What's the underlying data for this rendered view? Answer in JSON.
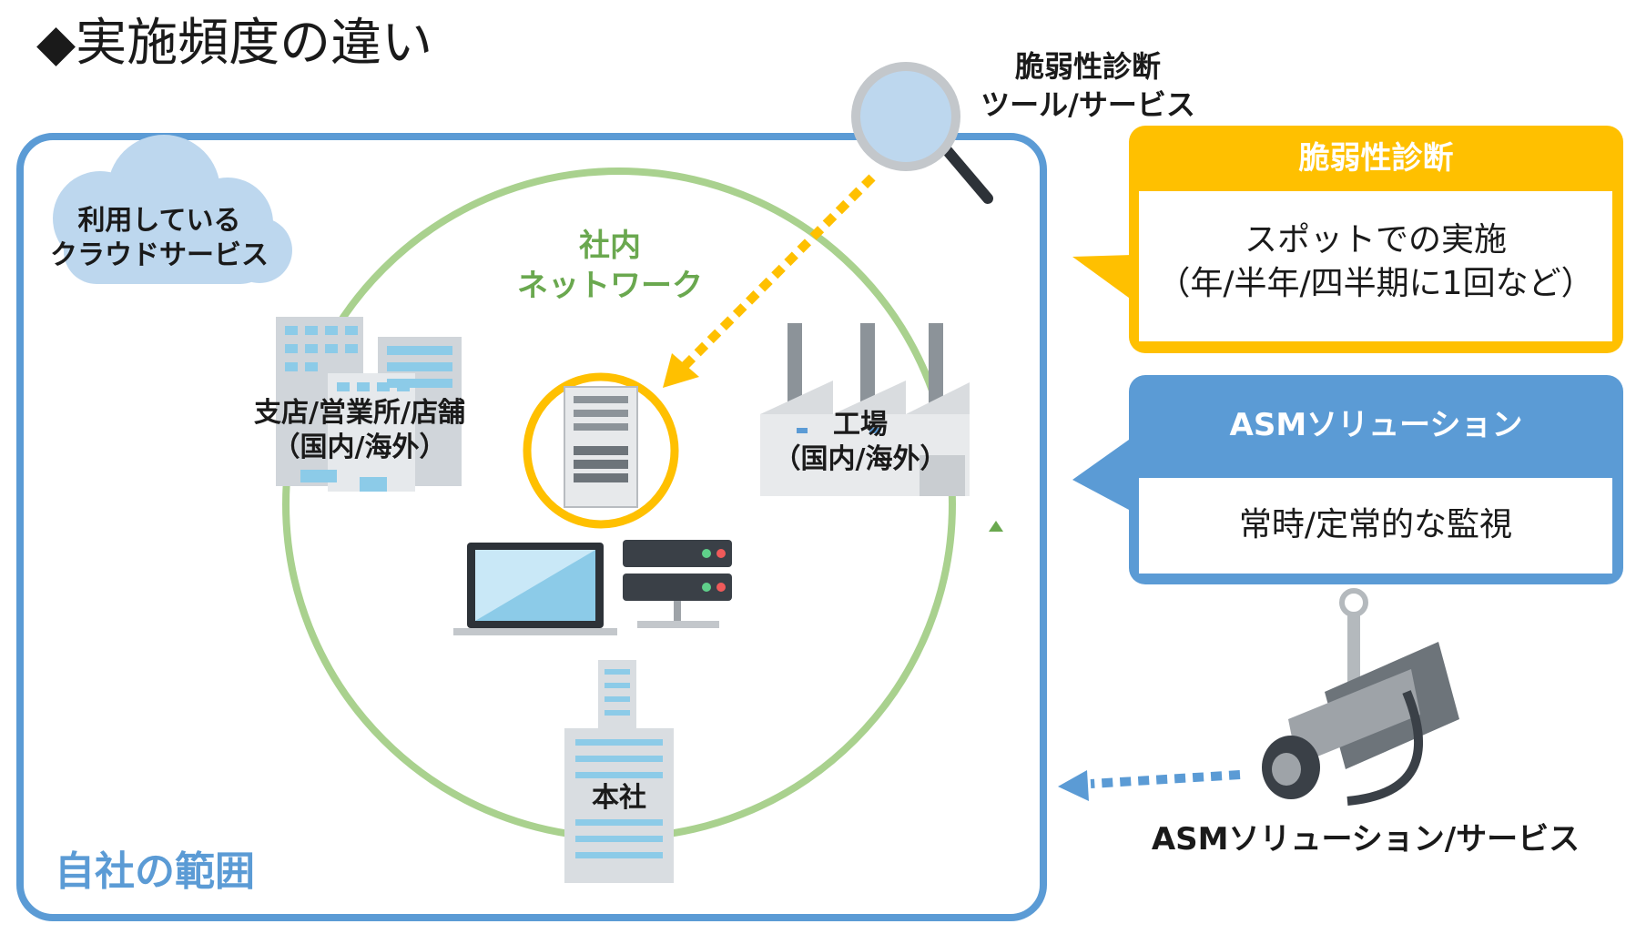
{
  "title": {
    "text": "実施頻度の違い",
    "bullet": "◆"
  },
  "scope": {
    "label": "自社の範囲"
  },
  "cloud": {
    "label_line1": "利用している",
    "label_line2": "クラウドサービス"
  },
  "intranet": {
    "label_line1": "社内",
    "label_line2": "ネットワーク"
  },
  "nodes": {
    "branch": {
      "line1": "支店/営業所/店舗",
      "line2": "（国内/海外）"
    },
    "factory": {
      "line1": "工場",
      "line2": "（国内/海外）"
    },
    "hq": {
      "label": "本社"
    }
  },
  "tool": {
    "line1": "脆弱性診断",
    "line2": "ツール/サービス"
  },
  "vuln_box": {
    "header": "脆弱性診断",
    "body_line1": "スポットでの実施",
    "body_line2": "（年/半年/四半期に1回など）"
  },
  "asm_box": {
    "header": "ASMソリューション",
    "body": "常時/定常的な監視"
  },
  "asm_service": {
    "label": "ASMソリューション/サービス"
  },
  "colors": {
    "scope_blue": "#5b9bd5",
    "intranet_green": "#a9d18e",
    "intranet_text": "#6aa84f",
    "vuln_yellow": "#ffc000",
    "asm_blue": "#5b9bd5"
  }
}
